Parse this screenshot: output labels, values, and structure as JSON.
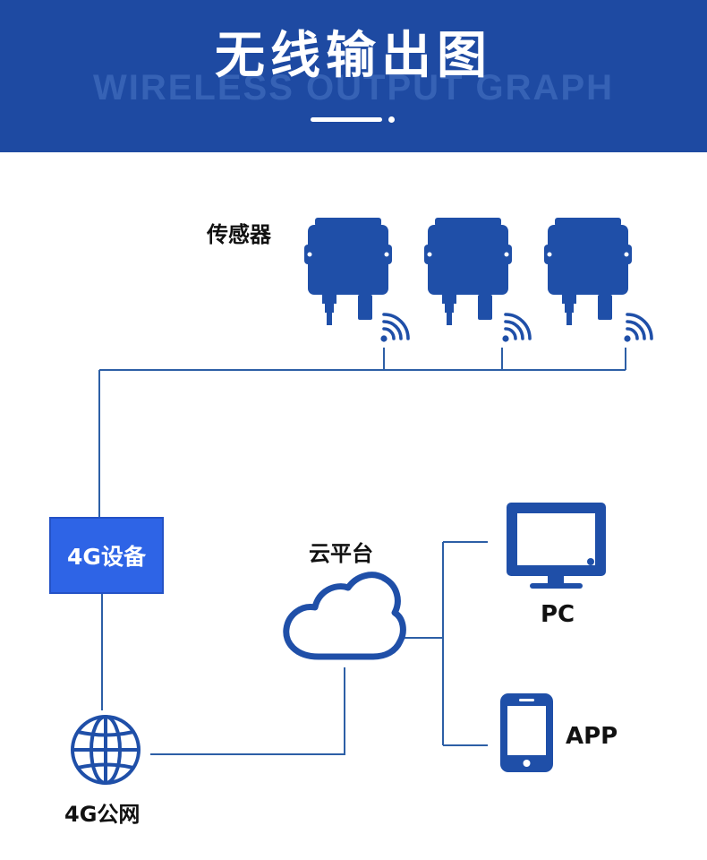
{
  "header": {
    "title": "无线输出图",
    "subtitle": "WIRELESS OUTPUT GRAPH"
  },
  "nodes": {
    "sensor_label": "传感器",
    "device_label": "4G设备",
    "cloud_label": "云平台",
    "network_label": "4G公网",
    "pc_label": "PC",
    "app_label": "APP"
  },
  "icons": {
    "sensor": "sensor-device-icon",
    "wifi": "wifi-signal-icon",
    "cloud": "cloud-icon",
    "globe": "globe-icon",
    "monitor": "monitor-icon",
    "phone": "smartphone-icon"
  },
  "colors": {
    "header": "#1e4aa2",
    "primary": "#1f4fa8",
    "device_box": "#2e64e6",
    "line": "#2d5fa6"
  }
}
